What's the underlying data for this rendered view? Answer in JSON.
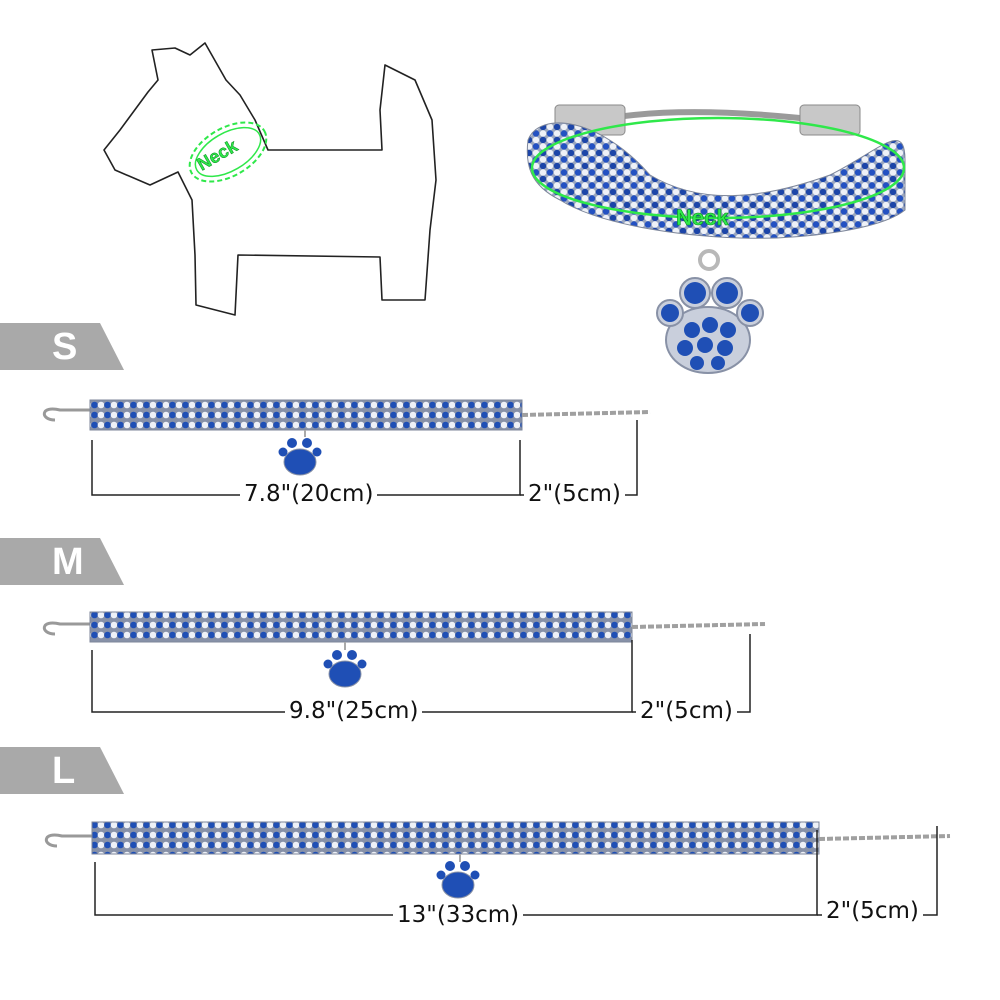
{
  "diagram_labels": {
    "dog_neck": "Neck",
    "collar_neck": "Neck"
  },
  "sizes": [
    {
      "size": "S",
      "length_label": "7.8\"(20cm)",
      "extension_label": "2\"(5cm)"
    },
    {
      "size": "M",
      "length_label": "9.8\"(25cm)",
      "extension_label": "2\"(5cm)"
    },
    {
      "size": "L",
      "length_label": "13\"(33cm)",
      "extension_label": "2\"(5cm)"
    }
  ],
  "colors": {
    "tab_gray": "#a9a9a9",
    "crystal_blue": "#1f4fb5",
    "crystal_white": "#e6eaf2",
    "neck_green": "#2fe84a",
    "outline": "#222222"
  }
}
